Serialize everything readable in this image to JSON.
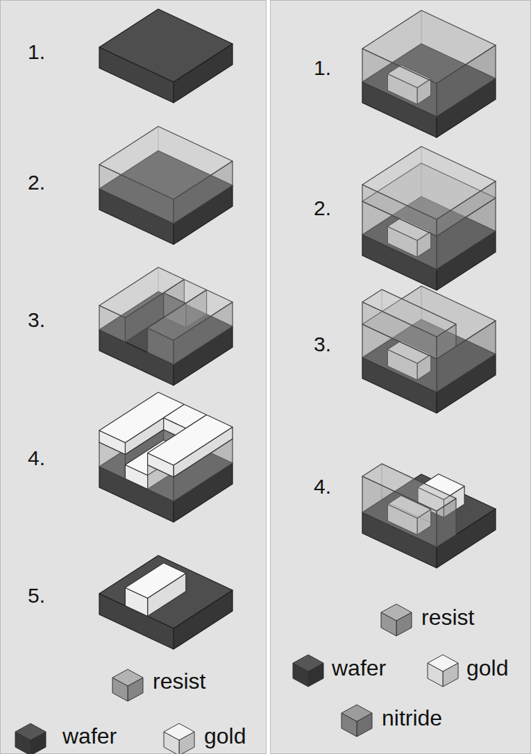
{
  "diagram": {
    "labels": [
      "1.",
      "2.",
      "3.",
      "4.",
      "5.",
      "1.",
      "2.",
      "3.",
      "4."
    ],
    "legend": [
      {
        "text": "resist",
        "color": "#a9a9a9"
      },
      {
        "text": "wafer",
        "color": "#3f3f3f"
      },
      {
        "text": "gold",
        "color": "#f3f3f3"
      },
      {
        "text": "resist",
        "color": "#a9a9a9"
      },
      {
        "text": "wafer",
        "color": "#3f3f3f"
      },
      {
        "text": "gold",
        "color": "#f3f3f3"
      },
      {
        "text": "nitride",
        "color": "#8e8e8e"
      }
    ]
  }
}
